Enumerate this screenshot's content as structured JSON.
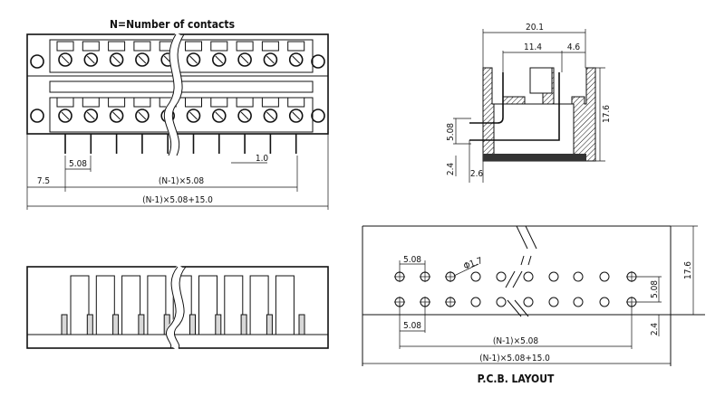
{
  "front_view": {
    "title": "N=Number of contacts",
    "dim_pitch": "5.08",
    "dim_pin_width": "1.0",
    "dim_offset": "7.5",
    "dim_span": "(N-1)×5.08",
    "dim_total": "(N-1)×5.08+15.0"
  },
  "side_view": {
    "dim_width": "20.1",
    "dim_pin_spacing": "11.4",
    "dim_edge": "4.6",
    "dim_height": "17.6",
    "dim_row_pitch": "5.08",
    "dim_pcb_offset": "2.4",
    "dim_pin_offset": "2.6"
  },
  "pcb_layout": {
    "title": "P.C.B. LAYOUT",
    "dim_pitch_top": "5.08",
    "dim_pitch_bottom": "5.08",
    "dim_hole": "Φ1.7",
    "dim_row_pitch": "5.08",
    "dim_height": "17.6",
    "dim_offset": "2.4",
    "dim_span": "(N-1)×5.08",
    "dim_total": "(N-1)×5.08+15.0"
  }
}
